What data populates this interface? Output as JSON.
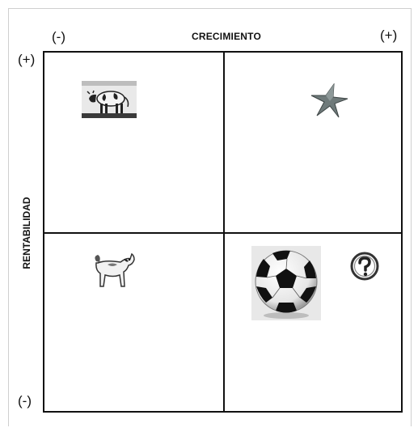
{
  "axis": {
    "x_label": "CRECIMIENTO",
    "y_label": "RENTABILIDAD",
    "x_low": "(-)",
    "x_high": "(+)",
    "y_high": "(+)",
    "y_low": "(-)"
  },
  "quadrants": [
    {
      "position": "top-left",
      "icon": "cow-icon"
    },
    {
      "position": "top-right",
      "icon": "star-icon"
    },
    {
      "position": "bottom-left",
      "icon": "dog-icon"
    },
    {
      "position": "bottom-right",
      "icon": "soccer-ball-icon"
    },
    {
      "position": "bottom-right",
      "icon": "question-mark-icon"
    }
  ],
  "colors": {
    "line": "#111111",
    "star": "#6f7a7a"
  }
}
